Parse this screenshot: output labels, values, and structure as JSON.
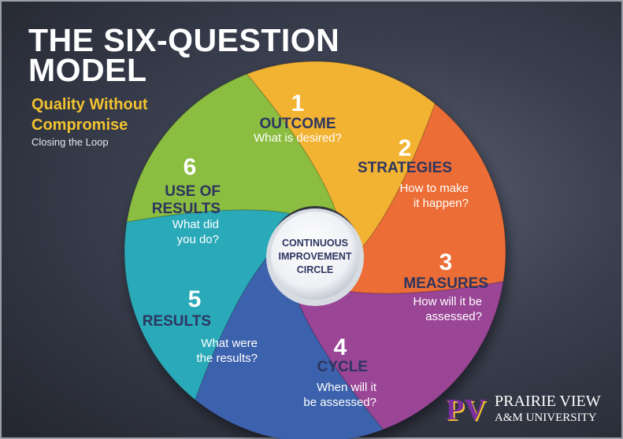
{
  "header": {
    "title_line1": "THE SIX-QUESTION",
    "title_line2": "MODEL",
    "subtitle_line1": "Quality Without",
    "subtitle_line2": "Compromise",
    "tagline": "Closing the Loop"
  },
  "center": {
    "line1": "CONTINUOUS",
    "line2": "IMPROVEMENT",
    "line3": "CIRCLE"
  },
  "segments": [
    {
      "number": "1",
      "title": "OUTCOME",
      "question": [
        "What is desired?"
      ],
      "color": "#f2b233"
    },
    {
      "number": "2",
      "title": "STRATEGIES",
      "question": [
        "How to make",
        "it happen?"
      ],
      "color": "#ec6d36"
    },
    {
      "number": "3",
      "title": "MEASURES",
      "question": [
        "How will it be",
        "assessed?"
      ],
      "color": "#9a4496"
    },
    {
      "number": "4",
      "title": "CYCLE",
      "question": [
        "When will it",
        "be assessed?"
      ],
      "color": "#3e62ad"
    },
    {
      "number": "5",
      "title": "RESULTS",
      "question": [
        "What were",
        "the results?"
      ],
      "color": "#2aaab9"
    },
    {
      "number": "6",
      "title": "USE OF RESULTS",
      "title_lines": [
        "USE OF",
        "RESULTS"
      ],
      "question": [
        "What did",
        "you do?"
      ],
      "color": "#8bbd3f"
    }
  ],
  "colors": {
    "number": "#ffffff",
    "title": "#2d3560",
    "question": "#ffffff",
    "center_text": "#2d3560"
  },
  "logo": {
    "mark": "PV",
    "name": "PRAIRIE VIEW",
    "sub": "A&M UNIVERSITY"
  }
}
